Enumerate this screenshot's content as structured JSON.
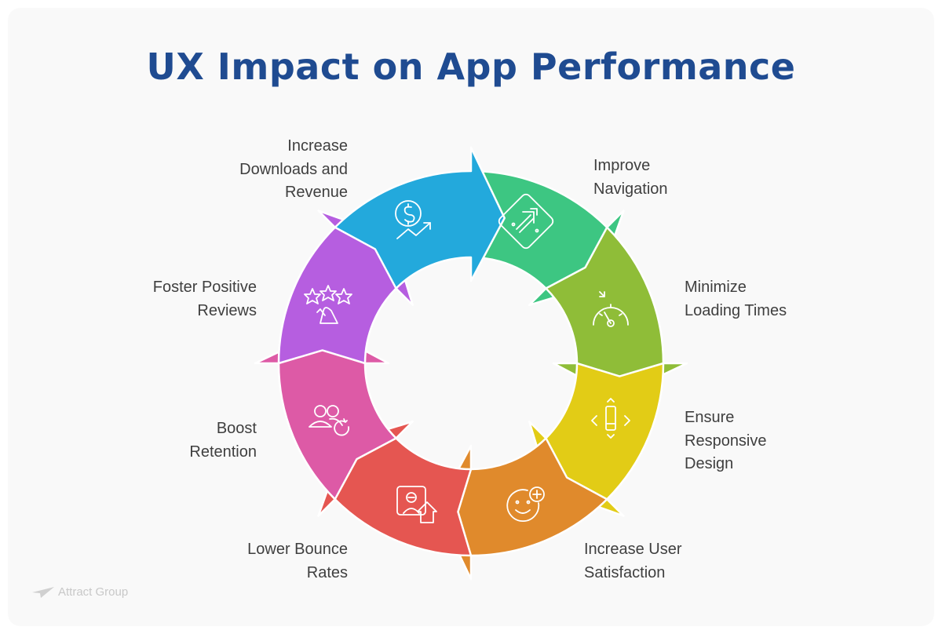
{
  "title": "UX Impact on App Performance",
  "watermark": "Attract Group",
  "steps": [
    {
      "label": "Improve\nNavigation",
      "icon": "navigation-arrow-icon",
      "color": "#23a9dc"
    },
    {
      "label": "Minimize\nLoading Times",
      "icon": "speedometer-icon",
      "color": "#3dc682"
    },
    {
      "label": "Ensure\nResponsive\nDesign",
      "icon": "responsive-resize-icon",
      "color": "#8fbd38"
    },
    {
      "label": "Increase User\nSatisfaction",
      "icon": "smiley-plus-icon",
      "color": "#e2cc16"
    },
    {
      "label": "Lower Bounce\nRates",
      "icon": "user-upload-icon",
      "color": "#e08a2c"
    },
    {
      "label": "Boost\nRetention",
      "icon": "users-refresh-icon",
      "color": "#e55651"
    },
    {
      "label": "Foster Positive\nReviews",
      "icon": "stars-review-icon",
      "color": "#dd5aa6"
    },
    {
      "label": "Increase\nDownloads and\nRevenue",
      "icon": "revenue-growth-icon",
      "color": "#b65ee0"
    }
  ]
}
